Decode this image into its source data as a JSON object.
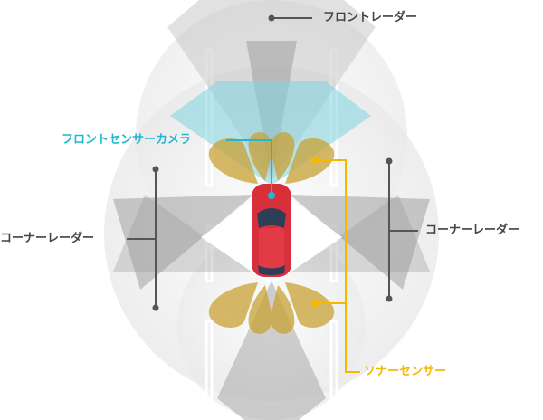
{
  "labels": {
    "front_radar": "フロントレーダー",
    "front_camera": "フロントセンサーカメラ",
    "corner_radar_left": "コーナーレーダー",
    "corner_radar_right": "コーナーレーダー",
    "sonar": "ソナーセンサー"
  },
  "colors": {
    "camera": "#1fb8d3",
    "sonar": "#f5b800",
    "radar_line": "#555555",
    "car": "#d8303a",
    "text": "#444444"
  }
}
